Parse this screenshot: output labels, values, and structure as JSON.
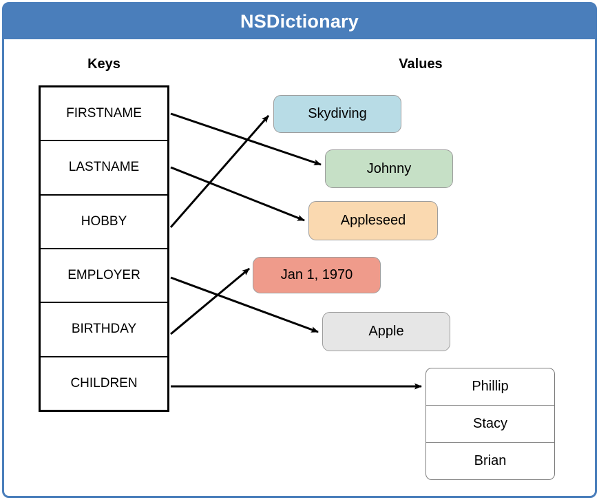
{
  "panel": {
    "title": "NSDictionary",
    "header_color": "#4a7ebb",
    "border_color": "#4a7ebb"
  },
  "headings": {
    "keys": "Keys",
    "values": "Values"
  },
  "keys": [
    {
      "label": "FIRSTNAME"
    },
    {
      "label": "LASTNAME"
    },
    {
      "label": "HOBBY"
    },
    {
      "label": "EMPLOYER"
    },
    {
      "label": "BIRTHDAY"
    },
    {
      "label": "CHILDREN"
    }
  ],
  "values": [
    {
      "label": "Skydiving",
      "color": "#b8dce6",
      "from_key": "HOBBY"
    },
    {
      "label": "Johnny",
      "color": "#c6e0c6",
      "from_key": "FIRSTNAME"
    },
    {
      "label": "Appleseed",
      "color": "#fad9b0",
      "from_key": "LASTNAME"
    },
    {
      "label": "Jan 1, 1970",
      "color": "#ef9b8b",
      "from_key": "BIRTHDAY"
    },
    {
      "label": "Apple",
      "color": "#e6e6e6",
      "from_key": "EMPLOYER"
    }
  ],
  "children_value": {
    "from_key": "CHILDREN",
    "items": [
      {
        "label": "Phillip"
      },
      {
        "label": "Stacy"
      },
      {
        "label": "Brian"
      }
    ]
  },
  "arrows": [
    {
      "name": "arrow-firstname-to-johnny",
      "from": "FIRSTNAME",
      "to": "Johnny"
    },
    {
      "name": "arrow-lastname-to-appleseed",
      "from": "LASTNAME",
      "to": "Appleseed"
    },
    {
      "name": "arrow-hobby-to-skydiving",
      "from": "HOBBY",
      "to": "Skydiving"
    },
    {
      "name": "arrow-employer-to-apple",
      "from": "EMPLOYER",
      "to": "Apple"
    },
    {
      "name": "arrow-birthday-to-date",
      "from": "BIRTHDAY",
      "to": "Jan 1, 1970"
    },
    {
      "name": "arrow-children-to-array",
      "from": "CHILDREN",
      "to": "Children array"
    }
  ]
}
